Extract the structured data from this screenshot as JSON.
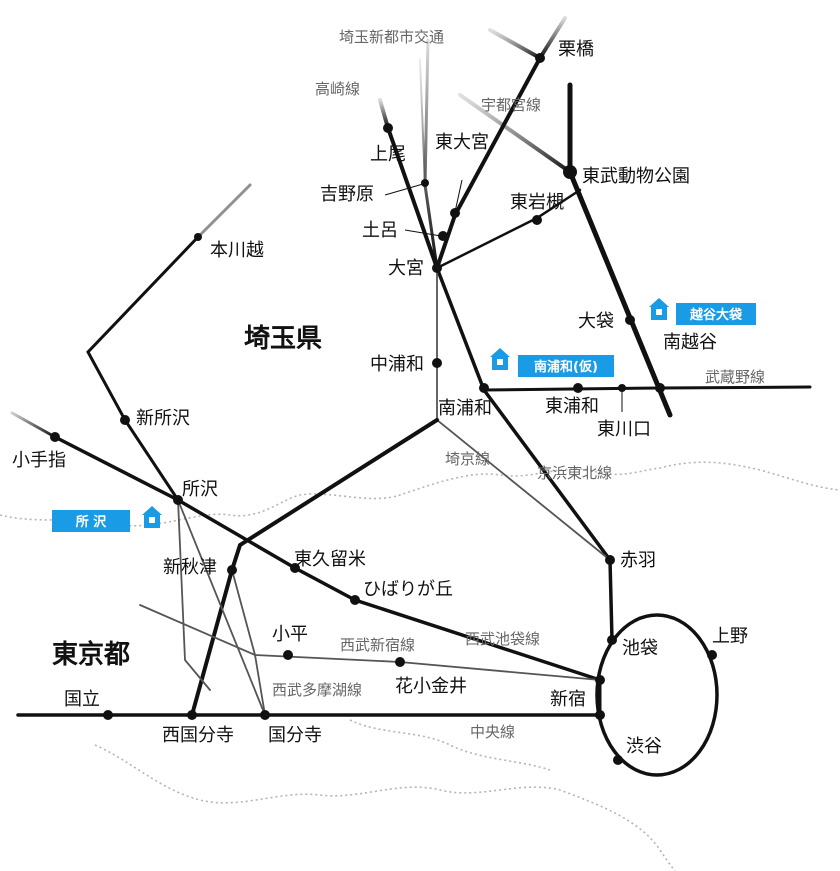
{
  "regions": {
    "saitama": "埼玉県",
    "tokyo": "東京都"
  },
  "lines": {
    "saitama_shintoshi": "埼玉新都市交通",
    "takasaki": "高崎線",
    "utsunomiya": "宇都宮線",
    "musashino": "武蔵野線",
    "saikyo": "埼京線",
    "keihin_tohoku": "京浜東北線",
    "seibu_ikebukuro": "西武池袋線",
    "seibu_shinjuku": "西武新宿線",
    "seibu_tamako": "西武多摩湖線",
    "chuo": "中央線"
  },
  "stations": {
    "kurihashi": "栗橋",
    "tobu_dobutsu_koen": "東武動物公園",
    "higashi_omiya": "東大宮",
    "ageo": "上尾",
    "yoshinohara": "吉野原",
    "toro": "土呂",
    "omiya": "大宮",
    "higashi_iwatsuki": "東岩槻",
    "hon_kawagoe": "本川越",
    "ofukuro": "大袋",
    "minami_koshigaya": "南越谷",
    "naka_urawa": "中浦和",
    "minami_urawa": "南浦和",
    "higashi_urawa": "東浦和",
    "higashi_kawaguchi": "東川口",
    "shin_tokorozawa": "新所沢",
    "kotesashi": "小手指",
    "tokorozawa": "所沢",
    "shin_akitsu": "新秋津",
    "higashi_kurume": "東久留米",
    "hibarigaoka": "ひばりが丘",
    "akabane": "赤羽",
    "kodaira": "小平",
    "hana_koganei": "花小金井",
    "ikebukuro": "池袋",
    "ueno": "上野",
    "kunitachi": "国立",
    "shinjuku": "新宿",
    "nishi_kokubunji": "西国分寺",
    "kokubunji": "国分寺",
    "shibuya": "渋谷"
  },
  "offices": {
    "koshigaya_ofukuro": "越谷大袋",
    "minami_urawa_tentative": "南浦和(仮)",
    "tokorozawa": "所 沢"
  },
  "colors": {
    "line": "#111111",
    "minor_line": "#555555",
    "office_badge": "#1a9be6",
    "coast": "#b5b5b5"
  },
  "icons": {
    "office": "house-icon"
  }
}
